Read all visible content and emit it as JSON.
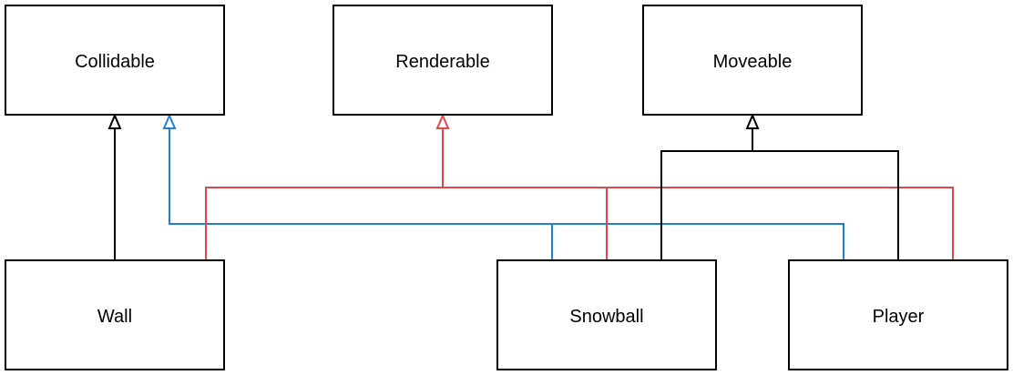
{
  "diagram": {
    "type": "class-inheritance-diagram",
    "classes": {
      "collidable": "Collidable",
      "renderable": "Renderable",
      "moveable": "Moveable",
      "wall": "Wall",
      "snowball": "Snowball",
      "player": "Player"
    },
    "colors": {
      "collidable_edges": "#000000",
      "collidable_blue_edges": "#1f7fd0",
      "renderable_edges": "#e0474c",
      "moveable_edges": "#000000"
    },
    "relationships": [
      {
        "from": "Wall",
        "to": "Collidable",
        "color": "#000000"
      },
      {
        "from": "Snowball",
        "to": "Collidable",
        "color": "#1f7fd0"
      },
      {
        "from": "Player",
        "to": "Collidable",
        "color": "#1f7fd0"
      },
      {
        "from": "Wall",
        "to": "Renderable",
        "color": "#e0474c"
      },
      {
        "from": "Snowball",
        "to": "Renderable",
        "color": "#e0474c"
      },
      {
        "from": "Player",
        "to": "Renderable",
        "color": "#e0474c"
      },
      {
        "from": "Snowball",
        "to": "Moveable",
        "color": "#000000"
      },
      {
        "from": "Player",
        "to": "Moveable",
        "color": "#000000"
      }
    ]
  }
}
